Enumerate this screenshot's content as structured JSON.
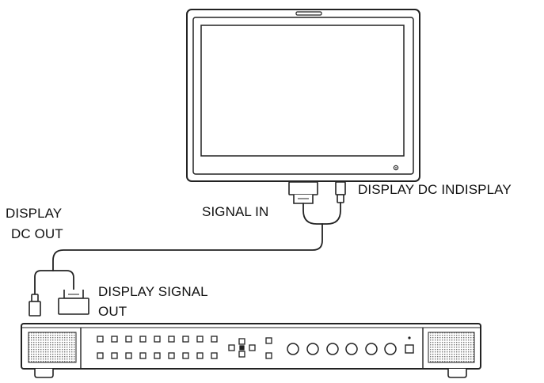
{
  "labels": {
    "signal_in": "SIGNAL IN",
    "display_dc_in": "DISPLAY DC INDISPLAY",
    "display_dc_out_line1": "DISPLAY",
    "display_dc_out_line2": "DC OUT",
    "display_signal_out_line1": "DISPLAY SIGNAL",
    "display_signal_out_line2": "OUT"
  },
  "colors": {
    "line": "#222222",
    "screen_bezel": "#f4f4f4",
    "grille": "#d8d8d8"
  }
}
